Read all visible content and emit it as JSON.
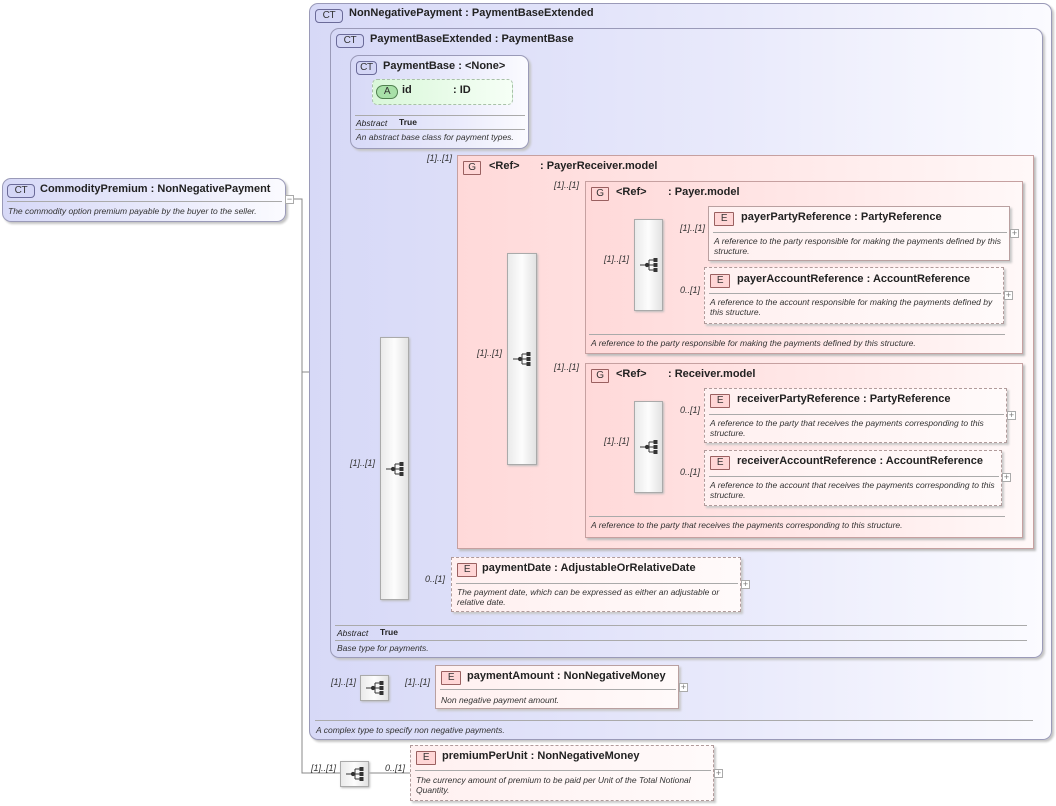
{
  "root": {
    "badge": "CT",
    "name": "CommodityPremium",
    "type": "NonNegativePayment",
    "description": "The commodity option premium payable by the buyer to the seller."
  },
  "nonNegativePayment": {
    "badge": "CT",
    "name": "NonNegativePayment",
    "type": "PaymentBaseExtended",
    "description": "A complex type to specify non negative payments."
  },
  "paymentBaseExtended": {
    "badge": "CT",
    "name": "PaymentBaseExtended",
    "type": "PaymentBase",
    "abstract_label": "Abstract",
    "abstract_value": "True",
    "description": "Base type for payments."
  },
  "paymentBase": {
    "badge": "CT",
    "name": "PaymentBase",
    "type": "<None>",
    "abstract_label": "Abstract",
    "abstract_value": "True",
    "description": "An abstract base class for payment types.",
    "attribute": {
      "badge": "A",
      "name": "id",
      "type": "ID"
    }
  },
  "payerReceiver": {
    "badge": "G",
    "ref": "<Ref>",
    "type": "PayerReceiver.model",
    "cardinality": "[1]..[1]"
  },
  "payerModel": {
    "badge": "G",
    "ref": "<Ref>",
    "type": "Payer.model",
    "cardinality": "[1]..[1]",
    "description": "A reference to the party responsible for making the payments defined by this structure."
  },
  "receiverModel": {
    "badge": "G",
    "ref": "<Ref>",
    "type": "Receiver.model",
    "cardinality": "[1]..[1]",
    "description": "A reference to the party that receives the payments corresponding to this structure."
  },
  "elements": {
    "payerPartyReference": {
      "badge": "E",
      "name": "payerPartyReference",
      "type": "PartyReference",
      "cardinality": "[1]..[1]",
      "description": "A reference to the party responsible for making the payments defined by this structure."
    },
    "payerAccountReference": {
      "badge": "E",
      "name": "payerAccountReference",
      "type": "AccountReference",
      "cardinality": "0..[1]",
      "description": "A reference to the account responsible for making the payments defined by this structure."
    },
    "receiverPartyReference": {
      "badge": "E",
      "name": "receiverPartyReference",
      "type": "PartyReference",
      "cardinality": "0..[1]",
      "description": "A reference to the party that receives the payments corresponding to this structure."
    },
    "receiverAccountReference": {
      "badge": "E",
      "name": "receiverAccountReference",
      "type": "AccountReference",
      "cardinality": "0..[1]",
      "description": "A reference to the account that receives the payments corresponding to this structure."
    },
    "paymentDate": {
      "badge": "E",
      "name": "paymentDate",
      "type": "AdjustableOrRelativeDate",
      "cardinality": "0..[1]",
      "description": "The payment date, which can be expressed as either an adjustable or relative date."
    },
    "paymentAmount": {
      "badge": "E",
      "name": "paymentAmount",
      "type": "NonNegativeMoney",
      "cardinality": "[1]..[1]",
      "description": "Non negative payment amount."
    },
    "premiumPerUnit": {
      "badge": "E",
      "name": "premiumPerUnit",
      "type": "NonNegativeMoney",
      "cardinality": "0..[1]",
      "description": "The currency amount of premium to be paid per Unit of the Total Notional Quantity."
    }
  },
  "sequences": {
    "payerSeq": "[1]..[1]",
    "receiverSeq": "[1]..[1]",
    "payerReceiverSeq": "[1]..[1]",
    "paymentBaseExtSeq": "[1]..[1]",
    "nonNegSeq": "[1]..[1]",
    "rootSeq": "[1]..[1]"
  },
  "separator": ":",
  "icons": {
    "expand": "plus-icon",
    "collapse": "minus-icon",
    "sequence": "sequence-icon"
  },
  "colors": {
    "complex_type": "#d7d9f7",
    "group": "#ffd9d9",
    "element": "#fff0f0",
    "attribute": "#d9f7d9"
  }
}
